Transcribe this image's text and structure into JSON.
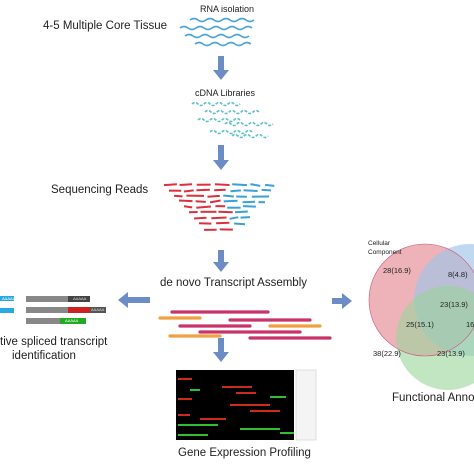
{
  "labels": {
    "rna_isolation": "RNA isolation",
    "core_tissue": "4-5 Multiple Core Tissue",
    "cdna_libraries": "cDNA Libraries",
    "sequencing_reads": "Sequencing Reads",
    "assembly": "de novo Transcript Assembly",
    "splice_line1": "tive spliced transcript",
    "splice_line2": "identification",
    "functional": "Functional Annota",
    "gene_expression": "Gene Expression Profiling"
  },
  "venn": {
    "title_line1": "Cellular",
    "title_line2": "Component",
    "values": {
      "a": "28(16.9)",
      "b": "8(4.8)",
      "center": "23(13.9)",
      "c": "25(15.1)",
      "d": "16",
      "e": "23(13.9)",
      "outside": "38(22.9)"
    }
  },
  "transcript_tags": {
    "aaaaa_1": "AAAAA",
    "aaaaa_2": "AAAAA",
    "aaaaa_3": "AAAAA",
    "ccaaa": "AAAAA"
  },
  "colors": {
    "arrow": "#6b8cc4",
    "rna_wave": "#4aa6d6",
    "cdna_wave": "#5fc0c8",
    "read_red": "#d9313d",
    "read_blue": "#3aa0d8",
    "assembly_pink": "#c8336a",
    "assembly_orange": "#f0a040",
    "venn_red": "#e79aa0",
    "venn_blue": "#9ec4e8",
    "venn_green": "#9ad39a",
    "heat_bg": "#000000",
    "heat_red": "#cc2a1a",
    "heat_green": "#2fbf30"
  }
}
